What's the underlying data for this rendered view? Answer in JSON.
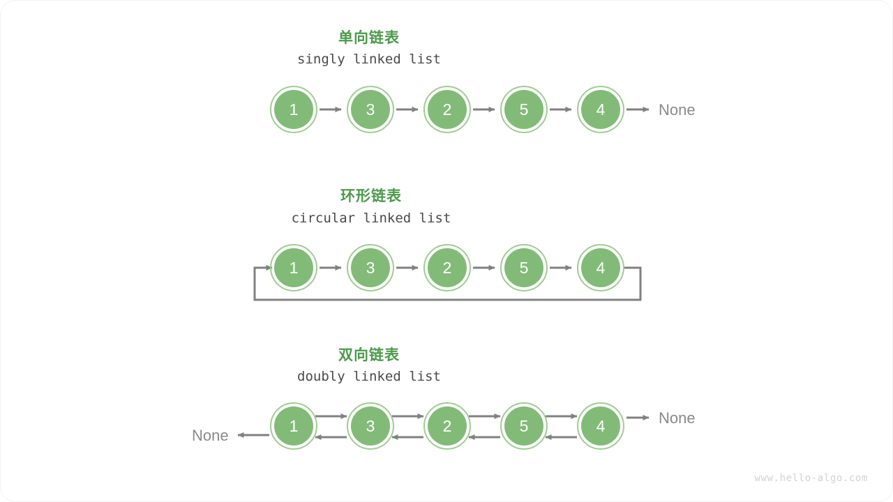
{
  "page": {
    "background_color": "#ffffff",
    "watermark": "www.hello-algo.com"
  },
  "palette": {
    "node_fill": "#82bb78",
    "node_ring": "#9fcc93",
    "node_text": "#ffffff",
    "arrow": "#808080",
    "title_green": "#4c9a4c",
    "subtitle_gray": "#4a4a4a",
    "none_gray": "#8a8a8a",
    "watermark_gray": "#d2d2d2"
  },
  "sections": [
    {
      "id": "singly",
      "title": "单向链表",
      "subtitle": "singly linked list",
      "nodes": [
        "1",
        "3",
        "2",
        "5",
        "4"
      ],
      "tail_label": "None",
      "head_label": null,
      "kind": "singly"
    },
    {
      "id": "circular",
      "title": "环形链表",
      "subtitle": "circular linked list",
      "nodes": [
        "1",
        "3",
        "2",
        "5",
        "4"
      ],
      "tail_label": null,
      "head_label": null,
      "kind": "circular"
    },
    {
      "id": "doubly",
      "title": "双向链表",
      "subtitle": "doubly linked list",
      "nodes": [
        "1",
        "3",
        "2",
        "5",
        "4"
      ],
      "tail_label": "None",
      "head_label": "None",
      "kind": "doubly"
    }
  ]
}
